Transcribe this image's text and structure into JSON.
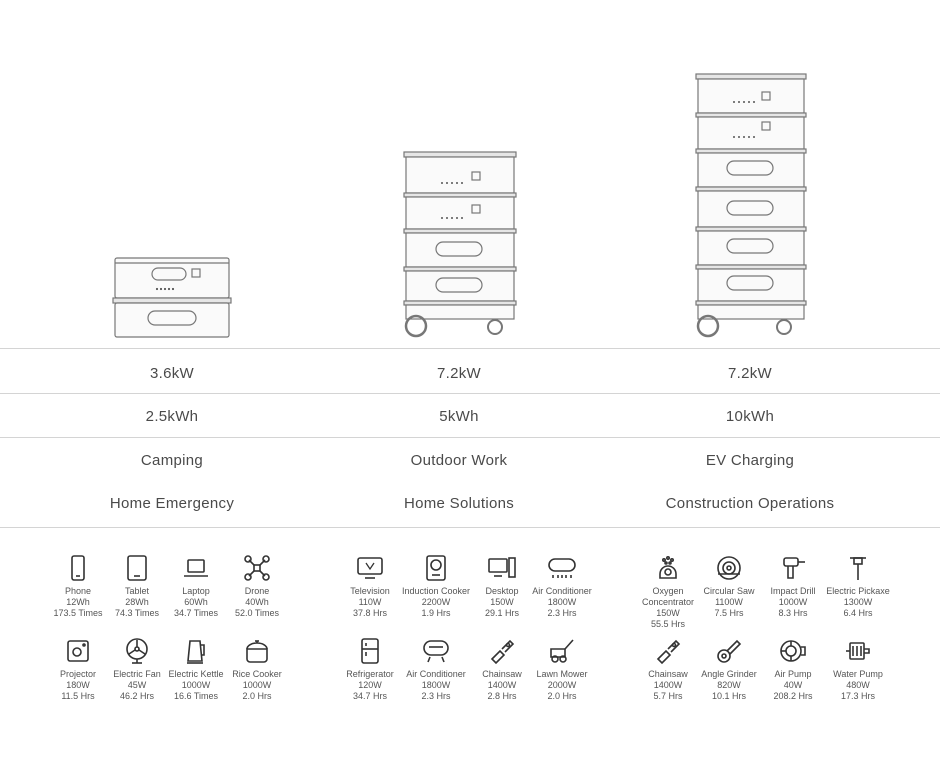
{
  "columns": [
    {
      "power": "3.6kW",
      "capacity": "2.5kWh",
      "scene1": "Camping",
      "scene2": "Home Emergency"
    },
    {
      "power": "7.2kW",
      "capacity": "5kWh",
      "scene1": "Outdoor Work",
      "scene2": "Home Solutions"
    },
    {
      "power": "7.2kW",
      "capacity": "10kWh",
      "scene1": "EV Charging",
      "scene2": "Construction Operations"
    }
  ],
  "appliances": [
    [
      {
        "name": "Phone",
        "power": "12Wh",
        "time": "173.5 Times",
        "icon": "phone-icon"
      },
      {
        "name": "Tablet",
        "power": "28Wh",
        "time": "74.3 Times",
        "icon": "tablet-icon"
      },
      {
        "name": "Laptop",
        "power": "60Wh",
        "time": "34.7 Times",
        "icon": "laptop-icon"
      },
      {
        "name": "Drone",
        "power": "40Wh",
        "time": "52.0 Times",
        "icon": "drone-icon"
      },
      {
        "name": "Projector",
        "power": "180W",
        "time": "11.5 Hrs",
        "icon": "projector-icon"
      },
      {
        "name": "Electric Fan",
        "power": "45W",
        "time": "46.2 Hrs",
        "icon": "fan-icon"
      },
      {
        "name": "Electric Kettle",
        "power": "1000W",
        "time": "16.6 Times",
        "icon": "kettle-icon"
      },
      {
        "name": "Rice Cooker",
        "power": "1000W",
        "time": "2.0 Hrs",
        "icon": "rice-cooker-icon"
      }
    ],
    [
      {
        "name": "Television",
        "power": "110W",
        "time": "37.8 Hrs",
        "icon": "tv-icon"
      },
      {
        "name": "Induction Cooker",
        "power": "2200W",
        "time": "1.9 Hrs",
        "icon": "induction-cooker-icon"
      },
      {
        "name": "Desktop",
        "power": "150W",
        "time": "29.1 Hrs",
        "icon": "desktop-icon"
      },
      {
        "name": "Air Conditioner",
        "power": "1800W",
        "time": "2.3 Hrs",
        "icon": "air-conditioner-icon"
      },
      {
        "name": "Refrigerator",
        "power": "120W",
        "time": "34.7 Hrs",
        "icon": "refrigerator-icon"
      },
      {
        "name": "Air Conditioner",
        "power": "1800W",
        "time": "2.3 Hrs",
        "icon": "portable-ac-icon"
      },
      {
        "name": "Chainsaw",
        "power": "1400W",
        "time": "2.8 Hrs",
        "icon": "chainsaw-icon"
      },
      {
        "name": "Lawn Mower",
        "power": "2000W",
        "time": "2.0 Hrs",
        "icon": "lawn-mower-icon"
      }
    ],
    [
      {
        "name": "Oxygen Concentrator",
        "power": "150W",
        "time": "55.5 Hrs",
        "icon": "oxygen-concentrator-icon"
      },
      {
        "name": "Circular Saw",
        "power": "1100W",
        "time": "7.5 Hrs",
        "icon": "circular-saw-icon"
      },
      {
        "name": "Impact Drill",
        "power": "1000W",
        "time": "8.3 Hrs",
        "icon": "impact-drill-icon"
      },
      {
        "name": "Electric Pickaxe",
        "power": "1300W",
        "time": "6.4 Hrs",
        "icon": "pickaxe-icon"
      },
      {
        "name": "Chainsaw",
        "power": "1400W",
        "time": "5.7 Hrs",
        "icon": "chainsaw-icon"
      },
      {
        "name": "Angle Grinder",
        "power": "820W",
        "time": "10.1 Hrs",
        "icon": "angle-grinder-icon"
      },
      {
        "name": "Air Pump",
        "power": "40W",
        "time": "208.2 Hrs",
        "icon": "air-pump-icon"
      },
      {
        "name": "Water Pump",
        "power": "480W",
        "time": "17.3 Hrs",
        "icon": "water-pump-icon"
      }
    ]
  ]
}
